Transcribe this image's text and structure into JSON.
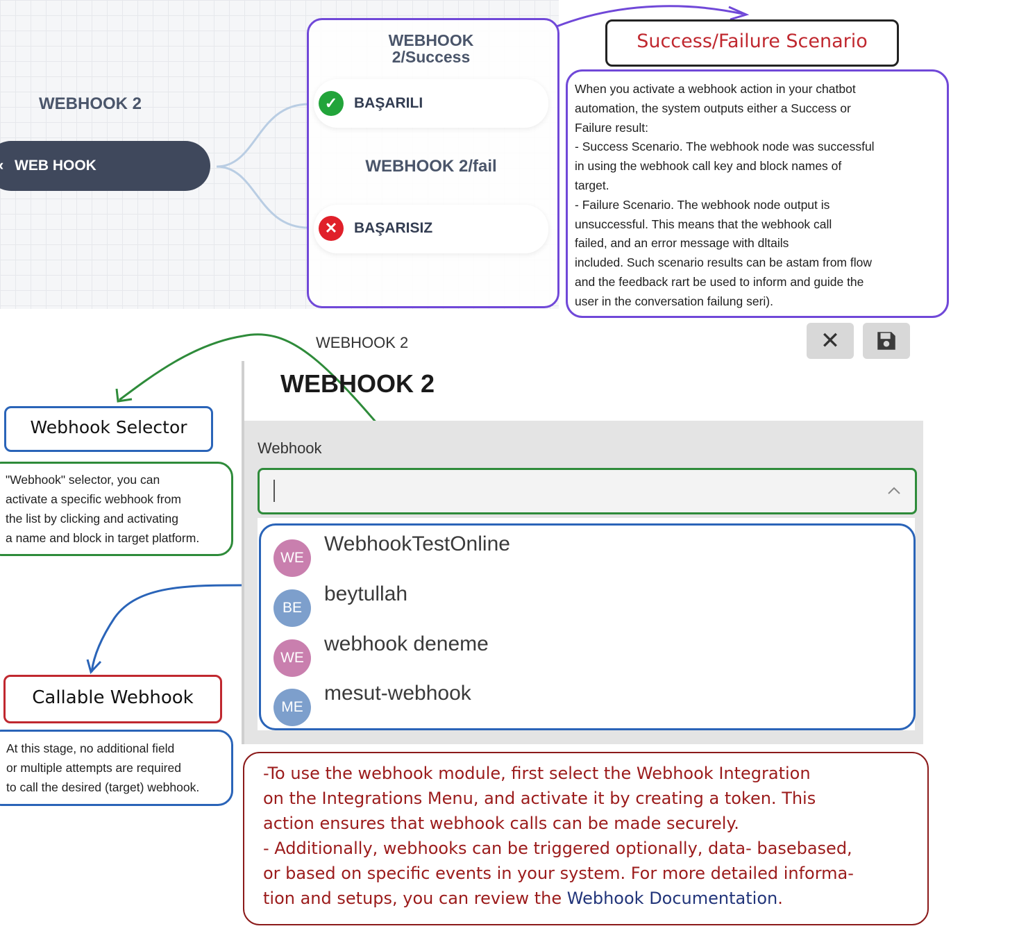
{
  "flow": {
    "title": "WEBHOOK 2",
    "node_label": "WEB HOOK",
    "success_header": "WEBHOOK\n2/Success",
    "success_label": "BAŞARILI",
    "fail_header": "WEBHOOK 2/fail",
    "fail_label": "BAŞARISIZ"
  },
  "callouts": {
    "success_failure": {
      "title": "Success/Failure Scenario",
      "lines": [
        "When you activate a webhook action in your chatbot",
        "automation, the system outputs either a Success or",
        "Failure result:",
        "- Success Scenario. The webhook node was successful",
        "in using the webhook call key and block names of",
        "target.",
        "- Failure Scenario. The webhook node output is",
        "unsuccessful. This means that the webhook call",
        "failed, and an error message with dltails",
        "included. Such scenario results can be astam from flow",
        "and the feedback rart be used to inform and guide the",
        "user in the conversation failung seri)."
      ]
    },
    "webhook_selector": {
      "title": "Webhook Selector",
      "lines": [
        "\"Webhook\" selector, you can",
        "activate a specific webhook from",
        "the list by clicking and activating",
        "a name and block in target platform."
      ]
    },
    "callable_webhook": {
      "title": "Callable Webhook",
      "lines": [
        "At this stage, no additional field",
        "or multiple attempts are required",
        "to call the desired (target) webhook."
      ]
    },
    "bottom_note": {
      "lines": [
        "-To use the webhook module, first select the Webhook Integration",
        "on the Integrations Menu, and activate it by creating a token. This",
        "action ensures that webhook calls can be made securely.",
        "- Additionally, webhooks can be triggered optionally, data- basebased,",
        "or based on specific events in your system. For more detailed informa-"
      ],
      "last_prefix": "tion and setups, you can review the ",
      "link_text": "Webhook Documentation",
      "last_suffix": "."
    }
  },
  "panel": {
    "breadcrumb": "WEBHOOK 2",
    "title": "WEBHOOK 2",
    "field_label": "Webhook",
    "input_value": "",
    "options": [
      {
        "initials": "WE",
        "name": "WebhookTestOnline",
        "color": "#c97fae"
      },
      {
        "initials": "BE",
        "name": "beytullah",
        "color": "#7d9fcc"
      },
      {
        "initials": "WE",
        "name": "webhook deneme",
        "color": "#c97fae"
      },
      {
        "initials": "ME",
        "name": "mesut-webhook",
        "color": "#7d9fcc"
      }
    ]
  },
  "colors": {
    "purple": "#7048d8",
    "green": "#2e8b3a",
    "blue": "#2a64b8",
    "red": "#c0282f",
    "dark_red": "#8b1a1a",
    "node_bg": "#3f485c"
  },
  "icons": {
    "success": "check-circle-icon",
    "fail": "x-circle-icon",
    "close": "close-icon",
    "save": "save-icon",
    "dropdown": "chevron-up-icon"
  }
}
